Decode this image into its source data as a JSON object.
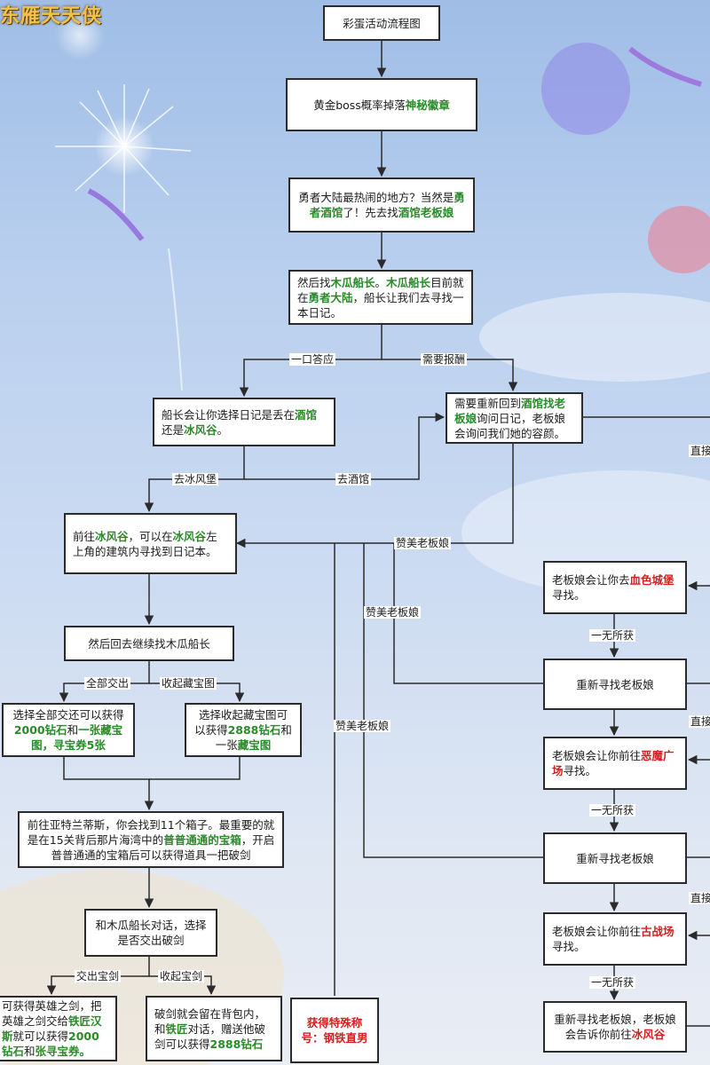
{
  "logo": {
    "text": "东雁天天侠"
  },
  "nodes": [
    {
      "id": "n1",
      "spans": [
        [
          "彩蛋活动流程图",
          ""
        ]
      ]
    },
    {
      "id": "n2",
      "spans": [
        [
          "黄金boss概率掉落",
          ""
        ],
        [
          "神秘徽章",
          "g"
        ]
      ]
    },
    {
      "id": "n3",
      "spans": [
        [
          "勇者大陆最热闹的地方？当然是",
          ""
        ],
        [
          "勇者酒馆",
          "g"
        ],
        [
          "了！先去找",
          ""
        ],
        [
          "酒馆老板娘",
          "g"
        ]
      ]
    },
    {
      "id": "n4",
      "spans": [
        [
          "然后找",
          ""
        ],
        [
          "木瓜船长",
          "g"
        ],
        [
          "。",
          ""
        ],
        [
          "木瓜船长",
          "g"
        ],
        [
          "目前就在",
          ""
        ],
        [
          "勇者大陆",
          "g"
        ],
        [
          "，船长让我们去寻找一本日记。",
          ""
        ]
      ]
    },
    {
      "id": "n5",
      "spans": [
        [
          "船长会让你选择日记是丢在",
          ""
        ],
        [
          "酒馆",
          "g"
        ],
        [
          "还是",
          ""
        ],
        [
          "冰风谷",
          "g"
        ],
        [
          "。",
          ""
        ]
      ]
    },
    {
      "id": "n6",
      "spans": [
        [
          "需要重新回到",
          ""
        ],
        [
          "酒馆找老板娘",
          "g"
        ],
        [
          "询问日记，老板娘会询问我们她的容颜。",
          ""
        ]
      ]
    },
    {
      "id": "n7",
      "spans": [
        [
          "前往",
          ""
        ],
        [
          "冰风谷",
          "g"
        ],
        [
          "，可以在",
          ""
        ],
        [
          "冰风谷",
          "g"
        ],
        [
          "左上角的建筑内寻找到日记本。",
          ""
        ]
      ]
    },
    {
      "id": "n8",
      "spans": [
        [
          "然后回去继续找木瓜船长",
          ""
        ]
      ]
    },
    {
      "id": "n9",
      "spans": [
        [
          "选择全部交还可以获得",
          ""
        ],
        [
          "2000钻石",
          "g"
        ],
        [
          "和",
          ""
        ],
        [
          "一张藏宝图，寻宝券5张",
          "g"
        ]
      ]
    },
    {
      "id": "n10",
      "spans": [
        [
          "选择收起藏宝图可以获得",
          ""
        ],
        [
          "2888钻石",
          "g"
        ],
        [
          "和一张",
          ""
        ],
        [
          "藏宝图",
          "g"
        ]
      ]
    },
    {
      "id": "n11",
      "spans": [
        [
          "前往亚特兰蒂斯，你会找到11个箱子。",
          ""
        ],
        [
          "最重要的就是在15关背后那片海湾中的",
          ""
        ],
        [
          "普普通通的宝箱",
          "g"
        ],
        [
          "，开启普普通通的宝箱后可以获得道具一把破剑",
          ""
        ]
      ]
    },
    {
      "id": "n12",
      "spans": [
        [
          "和木瓜船长对话，选择是否交出破剑",
          ""
        ]
      ]
    },
    {
      "id": "n13",
      "spans": [
        [
          "可获得英雄之剑，把英雄之剑交给",
          ""
        ],
        [
          "铁匠汉斯",
          "g"
        ],
        [
          "就可以获得",
          ""
        ],
        [
          "2000钻石",
          "g"
        ],
        [
          "和",
          ""
        ],
        [
          "张寻宝券。",
          "g"
        ]
      ]
    },
    {
      "id": "n14",
      "spans": [
        [
          "破剑就会留在背包内，和",
          ""
        ],
        [
          "铁匠",
          "g"
        ],
        [
          "对话，赠送他破剑可以获得",
          ""
        ],
        [
          "2888钻石",
          "g"
        ]
      ]
    },
    {
      "id": "n15",
      "spans": [
        [
          "获得特殊称号：钢铁直男",
          ""
        ]
      ]
    },
    {
      "id": "n16",
      "spans": [
        [
          "老板娘会让你去",
          ""
        ],
        [
          "血色城堡",
          "r"
        ],
        [
          "寻找。",
          ""
        ]
      ]
    },
    {
      "id": "n17",
      "spans": [
        [
          "重新寻找老板娘",
          ""
        ]
      ]
    },
    {
      "id": "n18",
      "spans": [
        [
          "老板娘会让你前往",
          ""
        ],
        [
          "恶魔广场",
          "r"
        ],
        [
          "寻找。",
          ""
        ]
      ]
    },
    {
      "id": "n19",
      "spans": [
        [
          "重新寻找老板娘",
          ""
        ]
      ]
    },
    {
      "id": "n20",
      "spans": [
        [
          "老板娘会让你前往",
          ""
        ],
        [
          "古战场",
          "r"
        ],
        [
          "寻找。",
          ""
        ]
      ]
    },
    {
      "id": "n21",
      "spans": [
        [
          "重新寻找老板娘，老板娘会告诉你前往",
          ""
        ],
        [
          "冰风谷",
          "r"
        ]
      ]
    }
  ],
  "edge_labels": [
    {
      "id": "l1",
      "text": "一口答应"
    },
    {
      "id": "l2",
      "text": "需要报酬"
    },
    {
      "id": "l3",
      "text": "去冰风堡"
    },
    {
      "id": "l4",
      "text": "去酒馆"
    },
    {
      "id": "l5",
      "text": "赞美老板娘"
    },
    {
      "id": "l6",
      "text": "赞美老板娘"
    },
    {
      "id": "l7",
      "text": "赞美老板娘"
    },
    {
      "id": "l8",
      "text": "全部交出"
    },
    {
      "id": "l9",
      "text": "收起藏宝图"
    },
    {
      "id": "l10",
      "text": "一无所获"
    },
    {
      "id": "l11",
      "text": "一无所获"
    },
    {
      "id": "l12",
      "text": "一无所获"
    },
    {
      "id": "l13",
      "text": "交出宝剑"
    },
    {
      "id": "l14",
      "text": "收起宝剑"
    },
    {
      "id": "l15",
      "text": "直接"
    },
    {
      "id": "l16",
      "text": "直接"
    },
    {
      "id": "l17",
      "text": "直接"
    }
  ]
}
